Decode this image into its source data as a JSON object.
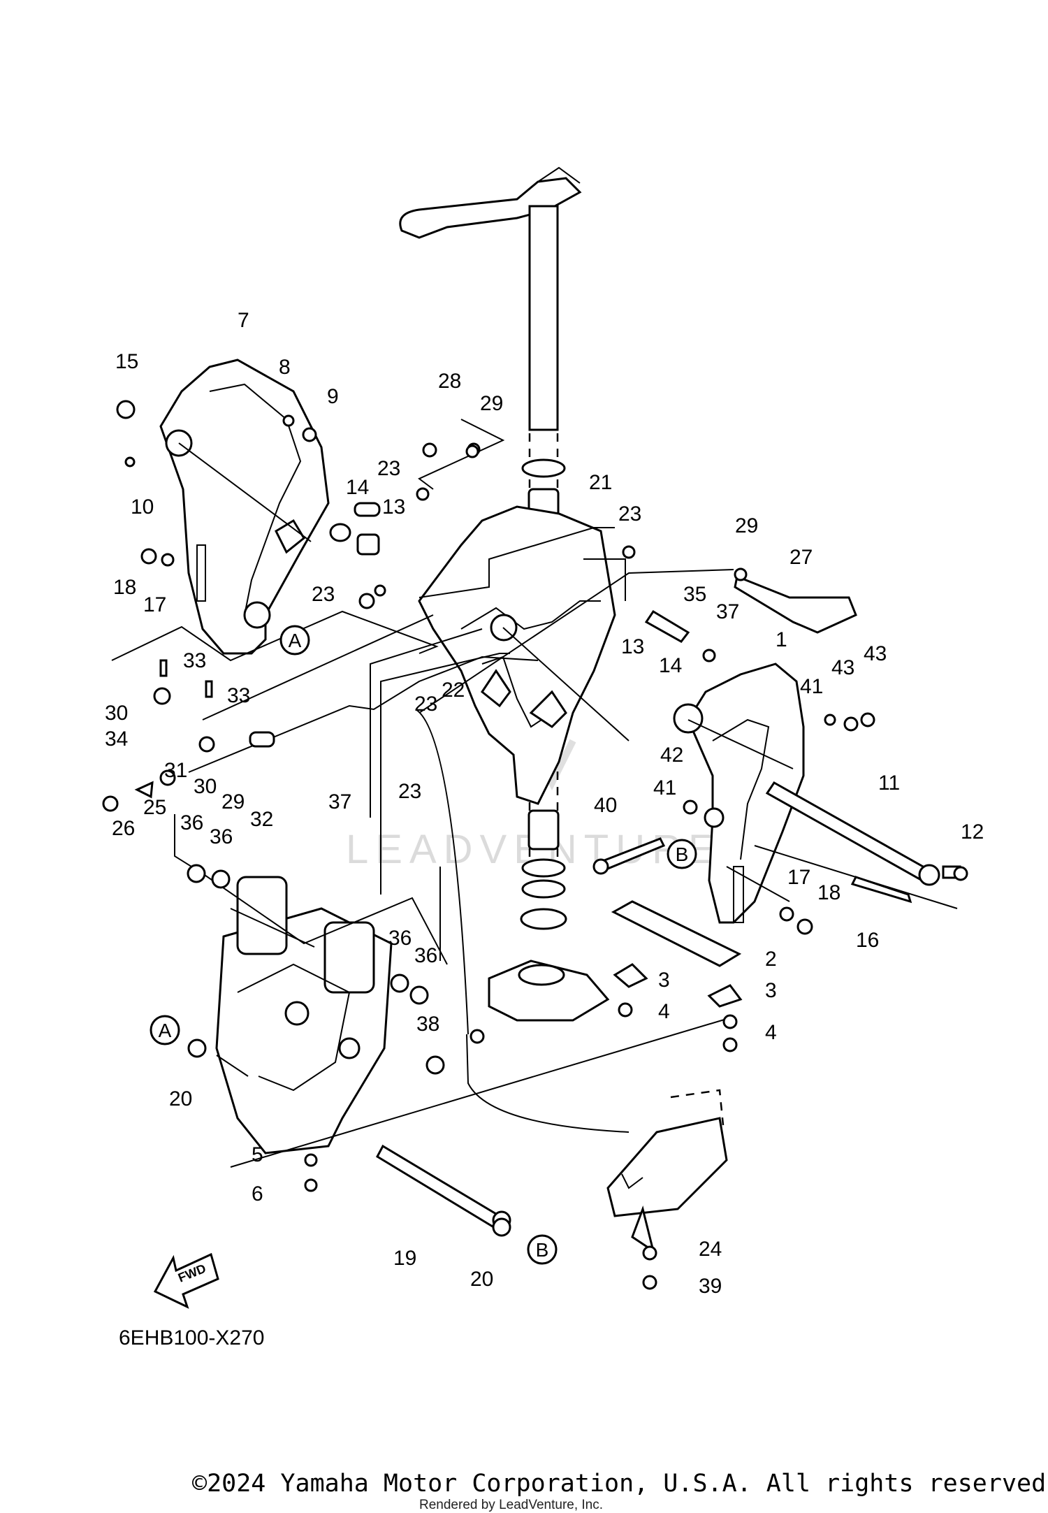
{
  "diagram": {
    "code": "6EHB100-X270",
    "fwd_label": "FWD",
    "watermark": "LEADVENTURE",
    "copyright": "©2024 Yamaha Motor Corporation, U.S.A. All rights reserved.",
    "rendered_by": "Rendered by LeadVenture, Inc.",
    "ref_labels": {
      "a": "A",
      "b": "B"
    },
    "callouts": {
      "n1": "1",
      "n2": "2",
      "n3a": "3",
      "n3b": "3",
      "n4a": "4",
      "n4b": "4",
      "n5": "5",
      "n6": "6",
      "n7": "7",
      "n8": "8",
      "n9": "9",
      "n10": "10",
      "n11": "11",
      "n12": "12",
      "n13a": "13",
      "n13b": "13",
      "n14a": "14",
      "n14b": "14",
      "n15": "15",
      "n16": "16",
      "n17a": "17",
      "n17b": "17",
      "n18a": "18",
      "n18b": "18",
      "n19": "19",
      "n20a": "20",
      "n20b": "20",
      "n21": "21",
      "n22": "22",
      "n23a": "23",
      "n23b": "23",
      "n23c": "23",
      "n23d": "23",
      "n23e": "23",
      "n24": "24",
      "n25": "25",
      "n26": "26",
      "n27": "27",
      "n28": "28",
      "n29a": "29",
      "n29b": "29",
      "n29c": "29",
      "n30a": "30",
      "n30b": "30",
      "n31": "31",
      "n32": "32",
      "n33a": "33",
      "n33b": "33",
      "n34": "34",
      "n35": "35",
      "n36a": "36",
      "n36b": "36",
      "n36c": "36",
      "n36d": "36",
      "n37a": "37",
      "n37b": "37",
      "n38": "38",
      "n39": "39",
      "n40": "40",
      "n41a": "41",
      "n41b": "41",
      "n42": "42",
      "n43a": "43",
      "n43b": "43"
    }
  }
}
